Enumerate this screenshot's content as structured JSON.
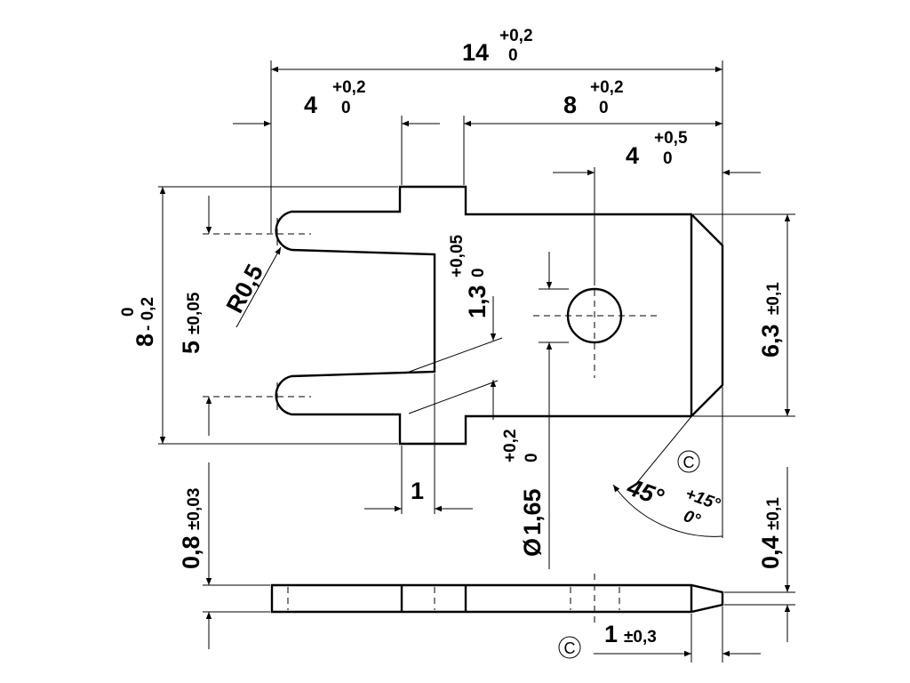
{
  "drawing": {
    "overall_length": {
      "nominal": "14",
      "tol_upper": "+0,2",
      "tol_lower": "0"
    },
    "fork_length": {
      "nominal": "4",
      "tol_upper": "+0,2",
      "tol_lower": "0"
    },
    "tab_length": {
      "nominal": "8",
      "tol_upper": "+0,2",
      "tol_lower": "0"
    },
    "hole_position": {
      "nominal": "4",
      "tol_upper": "+0,5",
      "tol_lower": "0"
    },
    "overall_height": {
      "nominal": "8",
      "tol_upper": "0",
      "tol_lower": "- 0,2"
    },
    "slot_pitch": {
      "nominal": "5",
      "tol": "±0,05"
    },
    "slot_radius": "R0,5",
    "slot_width": {
      "nominal": "1,3",
      "tol_upper": "+0,05",
      "tol_lower": "0"
    },
    "tab_width": {
      "nominal": "6,3",
      "tol": "±0,1"
    },
    "barb_width": "1",
    "hole_diameter": {
      "prefix": "Ø",
      "nominal": "1,65",
      "tol_upper": "+0,2",
      "tol_lower": "0"
    },
    "chamfer_angle": {
      "nominal": "45°",
      "tol_upper": "+15°",
      "tol_lower": "0°"
    },
    "thickness": {
      "nominal": "0,8",
      "tol": "±0,03"
    },
    "tip_thickness": {
      "nominal": "0,4",
      "tol": "±0,1"
    },
    "tip_length": {
      "nominal": "1",
      "tol": "±0,3"
    },
    "mark_symbol": "C"
  }
}
